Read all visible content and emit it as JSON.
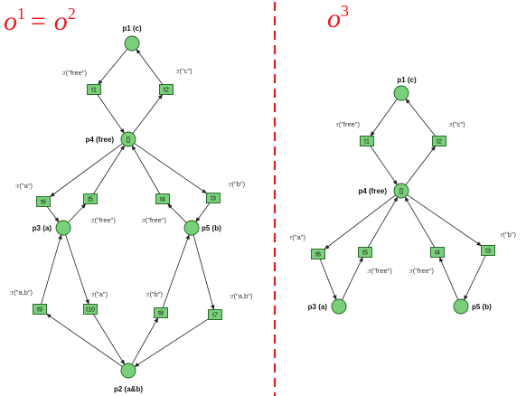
{
  "titles": {
    "left": {
      "base": "o",
      "sup1": "1",
      "eq": "= o",
      "sup2": "2"
    },
    "right": {
      "base": "o",
      "sup": "3"
    }
  },
  "colors": {
    "node_fill": "#7ad07a",
    "node_stroke": "#1f5e1f",
    "title": "#ee1c24",
    "divider": "#e02020"
  },
  "left_net": {
    "places": [
      {
        "id": "p1",
        "label": "p1 (c)"
      },
      {
        "id": "p4",
        "label": "p4 (free)",
        "token": "[]"
      },
      {
        "id": "p3",
        "label": "p3 (a)"
      },
      {
        "id": "p5",
        "label": "p5 (b)"
      },
      {
        "id": "p2",
        "label": "p2 (a&b)"
      }
    ],
    "transitions": [
      {
        "id": "t1",
        "label": "t1"
      },
      {
        "id": "t2",
        "label": "t2"
      },
      {
        "id": "t6",
        "label": "t6"
      },
      {
        "id": "t5",
        "label": "t5"
      },
      {
        "id": "t4",
        "label": "t4"
      },
      {
        "id": "t3",
        "label": "t3"
      },
      {
        "id": "t9",
        "label": "t9"
      },
      {
        "id": "t10",
        "label": "t10"
      },
      {
        "id": "t8",
        "label": "t8"
      },
      {
        "id": "t7",
        "label": "t7"
      }
    ],
    "arc_labels": [
      {
        "id": "t1",
        "text": ":r(\"free\")"
      },
      {
        "id": "t2",
        "text": ":r(\"c\")"
      },
      {
        "id": "t6",
        "text": ":r(\"a\")"
      },
      {
        "id": "t5",
        "text": ":r(\"free\")"
      },
      {
        "id": "t4",
        "text": ":r(\"free\")"
      },
      {
        "id": "t3",
        "text": ":r(\"b\")"
      },
      {
        "id": "t9",
        "text": ":r(\"a,b\")"
      },
      {
        "id": "t10",
        "text": ":r(\"a\")"
      },
      {
        "id": "t8",
        "text": ":r(\"b\")"
      },
      {
        "id": "t7",
        "text": ":r(\"a,b\")"
      }
    ]
  },
  "right_net": {
    "places": [
      {
        "id": "p1",
        "label": "p1 (c)"
      },
      {
        "id": "p4",
        "label": "p4 (free)",
        "token": "[]"
      },
      {
        "id": "p3",
        "label": "p3 (a)"
      },
      {
        "id": "p5",
        "label": "p5 (b)"
      }
    ],
    "transitions": [
      {
        "id": "t1",
        "label": "t1"
      },
      {
        "id": "t2",
        "label": "t2"
      },
      {
        "id": "t6",
        "label": "t6"
      },
      {
        "id": "t5",
        "label": "t5"
      },
      {
        "id": "t4",
        "label": "t4"
      },
      {
        "id": "t3",
        "label": "t3"
      }
    ],
    "arc_labels": [
      {
        "id": "t1",
        "text": "r(\"free\")"
      },
      {
        "id": "t2",
        "text": ":r(\"c\")"
      },
      {
        "id": "t6",
        "text": "r(\"a\")"
      },
      {
        "id": "t5",
        "text": ":r(\"free\")"
      },
      {
        "id": "t4",
        "text": ":r(\"free\")"
      },
      {
        "id": "t3",
        "text": "r(\"b\")"
      }
    ]
  }
}
